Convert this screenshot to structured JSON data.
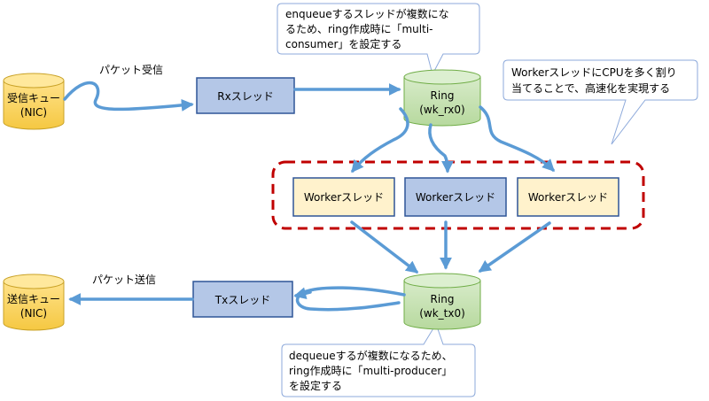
{
  "queues": {
    "rx": {
      "line1": "受信キュー",
      "line2": "(NIC)"
    },
    "tx": {
      "line1": "送信キュー",
      "line2": "(NIC)"
    }
  },
  "labels": {
    "packet_rx": "パケット受信",
    "packet_tx": "パケット送信"
  },
  "threads": {
    "rx": "Rxスレッド",
    "tx": "Txスレッド",
    "worker1": "Workerスレッド",
    "worker2": "Workerスレッド",
    "worker3": "Workerスレッド"
  },
  "rings": {
    "rx": {
      "line1": "Ring",
      "line2": "(wk_rx0)"
    },
    "tx": {
      "line1": "Ring",
      "line2": "(wk_tx0)"
    }
  },
  "callouts": {
    "enqueue": {
      "line1": "enqueueするスレッドが複数にな",
      "line2": "るため、ring作成時に「multi-",
      "line3": "consumer」を設定する"
    },
    "worker": {
      "line1": "WorkerスレッドにCPUを多く割り",
      "line2": "当てることで、高速化を実現する"
    },
    "dequeue": {
      "line1": "dequeueするが複数になるため、",
      "line2": "ring作成時に「multi-producer」",
      "line3": "を設定する"
    }
  },
  "colors": {
    "arrow": "#5b9bd5",
    "queue_fill": "#ffd966",
    "queue_stroke": "#b8860b",
    "ring_fill": "#c5e0b4",
    "ring_stroke": "#70ad47",
    "thread_fill": "#b4c7e7",
    "thread_stroke": "#2f5597",
    "worker_light_fill": "#fff2cc",
    "dashed_border": "#c00000"
  }
}
